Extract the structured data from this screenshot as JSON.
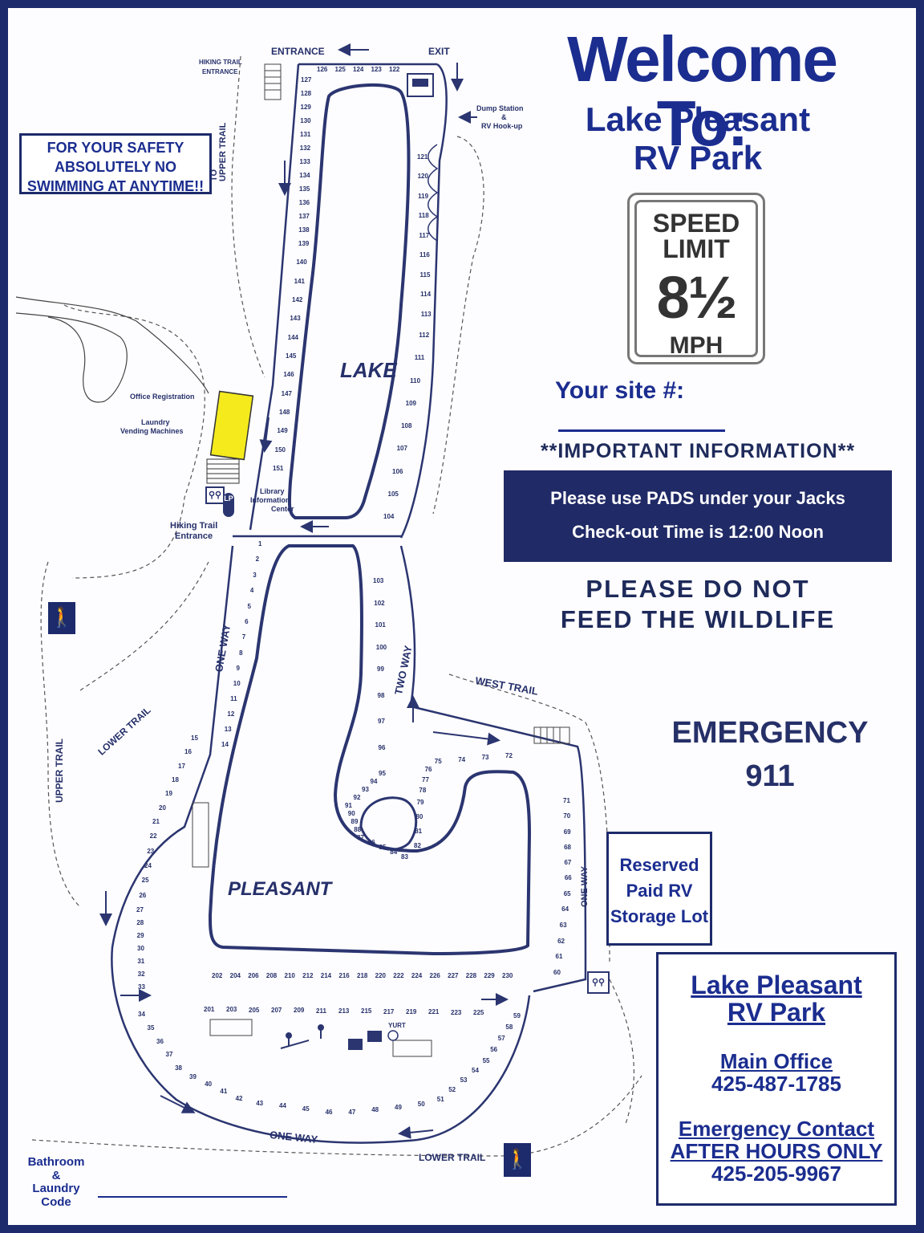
{
  "header": {
    "welcome": "Welcome To:",
    "park_line1": "Lake Pleasant",
    "park_line2": "RV Park"
  },
  "speed_sign": {
    "line1": "SPEED",
    "line2": "LIMIT",
    "value": "8½",
    "unit": "MPH"
  },
  "site": {
    "label": "Your site #:"
  },
  "important": {
    "heading": "**IMPORTANT INFORMATION**",
    "line1": "Please use PADS under your Jacks",
    "line2": "Check-out Time is 12:00 Noon"
  },
  "wildlife": {
    "line1": "PLEASE DO NOT",
    "line2": "FEED THE WILDLIFE"
  },
  "emergency": {
    "label": "EMERGENCY",
    "number": "911"
  },
  "storage_lot": {
    "line1": "Reserved",
    "line2": "Paid RV",
    "line3": "Storage Lot"
  },
  "contact": {
    "park_line1": "Lake Pleasant",
    "park_line2": "RV Park",
    "office_label": "Main Office",
    "office_phone": "425-487-1785",
    "emergency_label": "Emergency Contact",
    "after_hours": "AFTER HOURS ONLY",
    "emergency_phone": "425-205-9967"
  },
  "safety": {
    "line1": "FOR YOUR SAFETY",
    "line2": "ABSOLUTELY NO",
    "line3": "SWIMMING AT ANYTIME!!"
  },
  "bathroom_code": {
    "line1": "Bathroom",
    "line2": "&",
    "line3": "Laundry",
    "line4": "Code"
  },
  "map": {
    "entrance": "ENTRANCE",
    "exit": "EXIT",
    "hiking_trail_entrance_top": "HIKING TRAIL",
    "hiking_trail_entrance_top2": "ENTRANCE",
    "dump_station1": "Dump Station",
    "dump_station2": "&",
    "dump_station3": "RV Hook-up",
    "to_upper_trail1": "TO",
    "to_upper_trail2": "UPPER TRAIL",
    "lake": "LAKE",
    "pleasant": "PLEASANT",
    "office_registration": "Office Registration",
    "laundry1": "Laundry",
    "laundry2": "Vending Machines",
    "library1": "Library",
    "library2": "Information",
    "library3": "Center",
    "hiking_trail_entrance1": "Hiking Trail",
    "hiking_trail_entrance2": "Entrance",
    "one_way_left": "ONE WAY",
    "two_way": "TWO WAY",
    "west_trail": "WEST TRAIL",
    "lower_trail_left": "LOWER TRAIL",
    "upper_trail_left": "UPPER TRAIL",
    "one_way_right": "ONE WAY",
    "one_way_bottom": "ONE WAY",
    "lower_trail_bottom": "LOWER TRAIL",
    "yurt": "YURT",
    "lp_badge": "LP",
    "sites_left_column": [
      "127",
      "128",
      "129",
      "130",
      "131",
      "132",
      "133",
      "134",
      "135",
      "136",
      "137",
      "138",
      "139",
      "140",
      "141",
      "142",
      "143",
      "144",
      "145",
      "146",
      "147",
      "148",
      "149",
      "150",
      "151"
    ],
    "sites_top_row": [
      "126",
      "125",
      "124",
      "123",
      "122"
    ],
    "sites_right_column": [
      "121",
      "120",
      "119",
      "118",
      "117",
      "116",
      "115",
      "114",
      "113",
      "112",
      "111",
      "110",
      "109",
      "108",
      "107",
      "106",
      "105",
      "104"
    ],
    "sites_lower_left": [
      "1",
      "2",
      "3",
      "4",
      "5",
      "6",
      "7",
      "8",
      "9",
      "10",
      "11",
      "12",
      "13",
      "14"
    ],
    "sites_lower_inner": [
      "103",
      "102",
      "101",
      "100",
      "99",
      "98",
      "97",
      "96",
      "95",
      "94",
      "93",
      "92",
      "91",
      "90",
      "89",
      "88",
      "87",
      "86",
      "85",
      "84",
      "83"
    ],
    "sites_loop": [
      "82",
      "81",
      "80",
      "79",
      "78",
      "77",
      "76",
      "75",
      "74",
      "73",
      "72"
    ],
    "sites_right_col2": [
      "71",
      "70",
      "69",
      "68",
      "67",
      "66",
      "65",
      "64",
      "63",
      "62",
      "61",
      "60"
    ],
    "sites_far_left": [
      "15",
      "16",
      "17",
      "18",
      "19",
      "20",
      "21",
      "22",
      "23",
      "24",
      "25",
      "26",
      "27",
      "28",
      "29",
      "30",
      "31",
      "32",
      "33"
    ],
    "sites_row_200_top": [
      "202",
      "204",
      "206",
      "208",
      "210",
      "212",
      "214",
      "216",
      "218",
      "220",
      "222",
      "224",
      "226",
      "227",
      "228",
      "229",
      "230"
    ],
    "sites_row_200_bottom": [
      "201",
      "203",
      "205",
      "207",
      "209",
      "211",
      "213",
      "215",
      "217",
      "219",
      "221",
      "223",
      "225"
    ],
    "sites_bottom_arc": [
      "34",
      "35",
      "36",
      "37",
      "38",
      "39",
      "40",
      "41",
      "42",
      "43",
      "44",
      "45",
      "46",
      "47",
      "48",
      "49",
      "50",
      "51",
      "52",
      "53",
      "54",
      "55",
      "56",
      "57",
      "58",
      "59"
    ]
  },
  "colors": {
    "navy": "#1b2d8f",
    "frame": "#1d2a6b",
    "road": "#2b3570",
    "office_yellow": "#f4ea1c"
  }
}
